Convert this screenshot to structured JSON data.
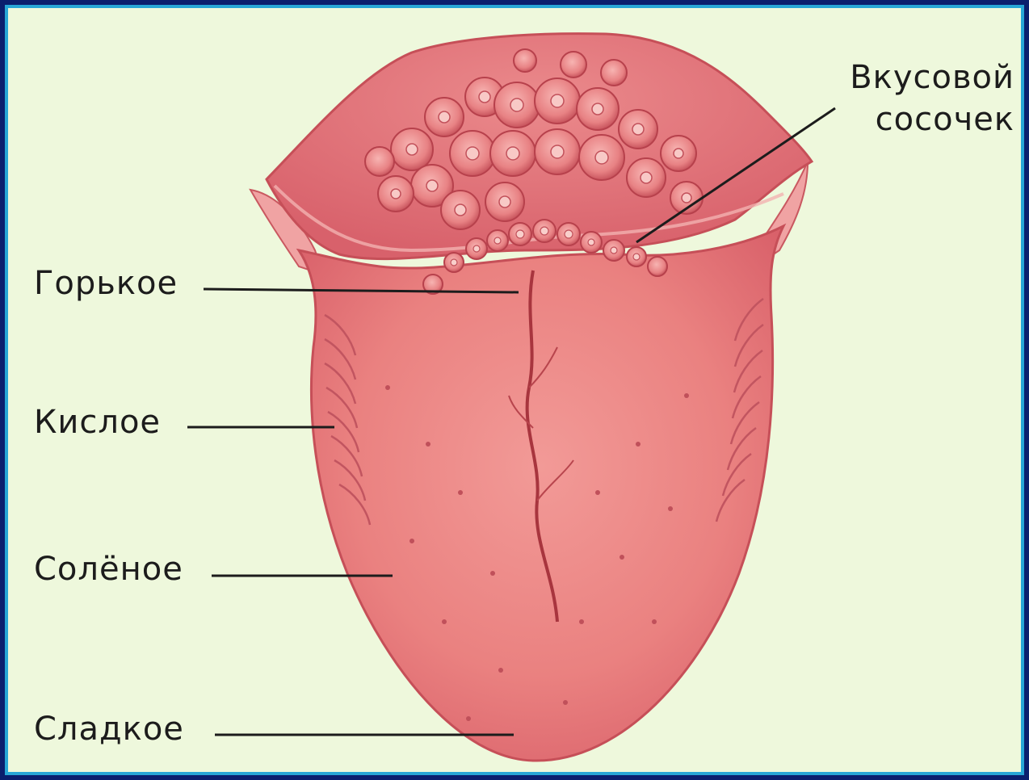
{
  "labels": {
    "papilla_line1": "Вкусовой",
    "papilla_line2": "сосочек",
    "bitter": "Горькое",
    "sour": "Кислое",
    "salty": "Солёное",
    "sweet": "Сладкое"
  },
  "colors": {
    "frame": "#0a1f6e",
    "border": "#27a6d6",
    "background": "#eef8dc",
    "tongue": "#e9797b",
    "tongue_dark": "#c94d55",
    "root": "#e5797e"
  }
}
